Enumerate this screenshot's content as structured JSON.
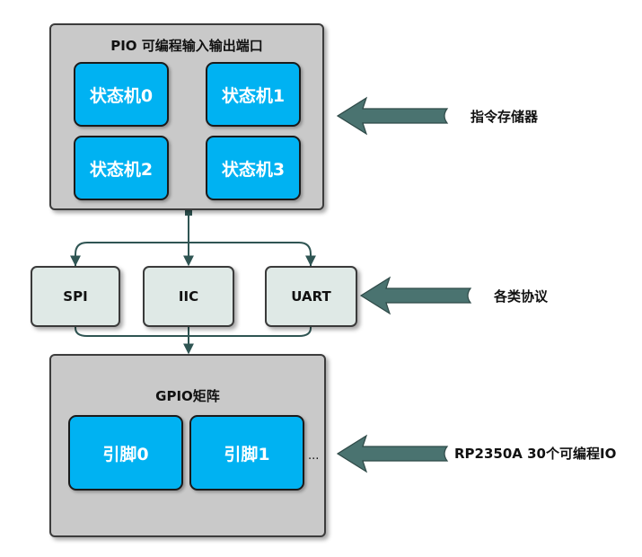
{
  "pio": {
    "title": "PIO 可编程输入输出端口",
    "state_machines": [
      "状态机0",
      "状态机1",
      "状态机2",
      "状态机3"
    ]
  },
  "protocols": [
    "SPI",
    "IIC",
    "UART"
  ],
  "gpio": {
    "title": "GPIO矩阵",
    "pins": [
      "引脚0",
      "引脚1"
    ],
    "ellipsis": "..."
  },
  "labels": {
    "instruction_memory": "指令存储器",
    "protocols": "各类协议",
    "io": "RP2350A 30个可编程IO"
  },
  "colors": {
    "state_machine_fill": "#00b2f2",
    "panel_fill": "#c9c9c9",
    "protocol_fill": "#dfe9e6",
    "arrow_fill": "#4a7370",
    "connector": "#2f5553"
  }
}
